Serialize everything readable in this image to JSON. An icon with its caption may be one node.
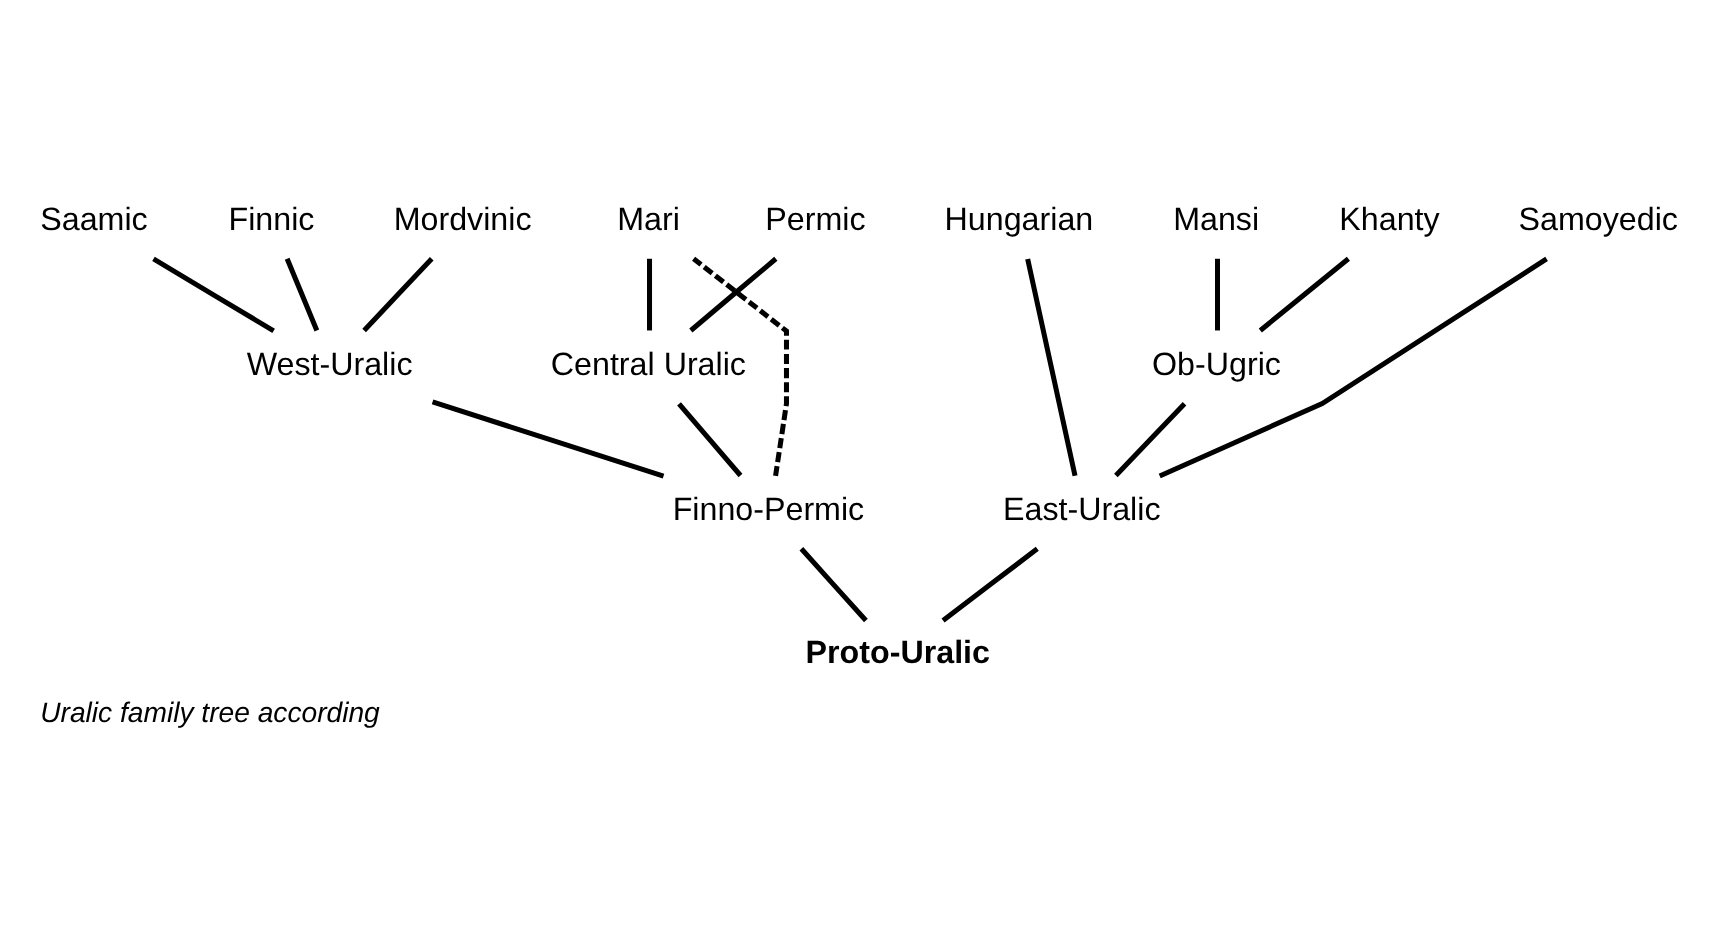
{
  "diagram": {
    "caption": "Uralic family tree according",
    "nodes": [
      {
        "text": [
          "Saamic"
        ]
      },
      {
        "text": [
          "Finnic"
        ]
      },
      {
        "text": [
          "Mordvinic"
        ]
      },
      {
        "text": [
          "Mari"
        ]
      },
      {
        "text": [
          "Permic"
        ]
      },
      {
        "text": [
          "Hungarian"
        ]
      },
      {
        "text": [
          "Mansi"
        ]
      },
      {
        "text": [
          "Khanty"
        ]
      },
      {
        "text": [
          "Samoyedic"
        ]
      },
      {
        "text": [
          "West-Uralic"
        ]
      },
      {
        "text": [
          "Central Uralic"
        ]
      },
      {
        "text": [
          "Ob-Ugric"
        ]
      },
      {
        "text": [
          "Finno-Permic"
        ]
      },
      {
        "text": [
          "East-Uralic"
        ]
      },
      {
        "text": [
          "Proto-Uralic"
        ]
      }
    ],
    "edges": [
      {
        "from": 14,
        "to": 12,
        "arrow": "none"
      },
      {
        "from": 14,
        "to": 13,
        "arrow": "none"
      },
      {
        "from": 12,
        "to": 9,
        "arrow": "none"
      },
      {
        "from": 12,
        "to": 10,
        "arrow": "none"
      },
      {
        "from": 12,
        "to": 3,
        "arrow": "none",
        "style": "dashed"
      },
      {
        "from": 13,
        "to": 5,
        "arrow": "none"
      },
      {
        "from": 13,
        "to": 11,
        "arrow": "none"
      },
      {
        "from": 13,
        "to": 8,
        "arrow": "none"
      },
      {
        "from": 9,
        "to": 0,
        "arrow": "none"
      },
      {
        "from": 9,
        "to": 1,
        "arrow": "none"
      },
      {
        "from": 9,
        "to": 2,
        "arrow": "none"
      },
      {
        "from": 10,
        "to": 3,
        "arrow": "none"
      },
      {
        "from": 10,
        "to": 4,
        "arrow": "none"
      },
      {
        "from": 11,
        "to": 6,
        "arrow": "none"
      },
      {
        "from": 11,
        "to": 7,
        "arrow": "none"
      }
    ]
  }
}
